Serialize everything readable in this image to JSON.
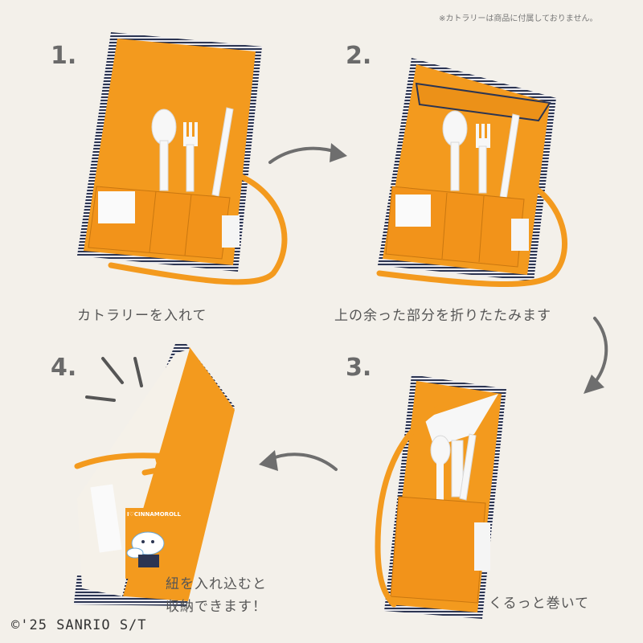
{
  "note": "※カトラリーは商品に付属しておりません。",
  "steps": [
    {
      "number": "1.",
      "caption": "カトラリーを入れて"
    },
    {
      "number": "2.",
      "caption": "上の余った部分を折りたたみます"
    },
    {
      "number": "3.",
      "caption": "くるっと巻いて"
    },
    {
      "number": "4.",
      "caption_line1": "紐を入れ込むと",
      "caption_line2": "収納できます！"
    }
  ],
  "product_label": "I♡CINNAMOROLL",
  "copyright": "©'25 SANRIO  S/T",
  "colors": {
    "background": "#f3f0ea",
    "case_orange": "#f39a1e",
    "stripe_navy": "#2c3552",
    "arrow_gray": "#6e6e6e",
    "cutlery_white": "#f7f7f7"
  }
}
